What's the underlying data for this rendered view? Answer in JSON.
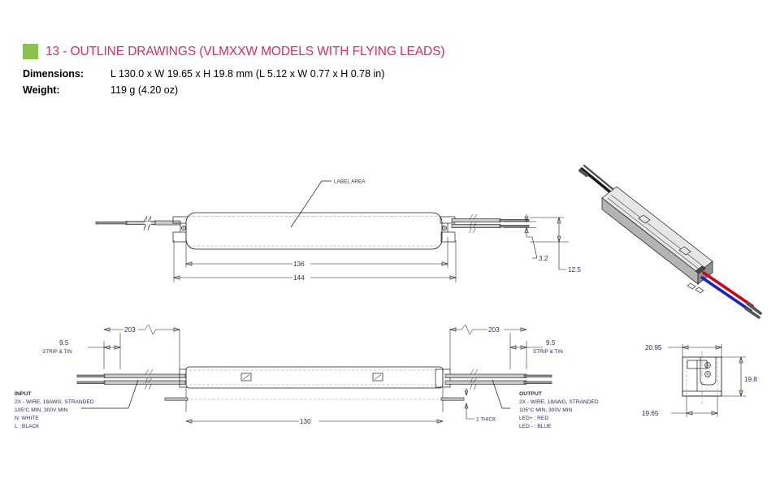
{
  "header": {
    "bullet_color": "#8cc152",
    "title_color": "#d1305f",
    "section_title": "13 - OUTLINE DRAWINGS (VLMXXW MODELS WITH FLYING LEADS)",
    "specs": [
      {
        "label": "Dimensions:",
        "value": "L 130.0 x W 19.65 x H 19.8 mm (L 5.12 x W 0.77 x H 0.78 in)"
      },
      {
        "label": "Weight:",
        "value": "119 g (4.20 oz)"
      }
    ]
  },
  "top_view": {
    "label_callout": "LABEL AREA",
    "dim_136": "136",
    "dim_144": "144",
    "dim_3_2": "3.2",
    "dim_12_5": "12.5"
  },
  "bottom_view": {
    "dim_left_203": "203",
    "dim_right_203": "203",
    "strip_left_value": "9.5",
    "strip_left_label": "STRIP & TIN",
    "strip_right_value": "9.5",
    "strip_right_label": "STRIP & TIN",
    "dim_130": "130",
    "thickness_note": "1 THICK"
  },
  "input_note": {
    "title": "INPUT",
    "lines": [
      "2X - WIRE, 18AWG,  STRANDED",
      "105°C MIN, 300V MIN",
      "N: WHITE",
      "L : BLACK"
    ]
  },
  "output_note": {
    "title": "OUTPUT",
    "lines": [
      "2X - WIRE, 18AWG,  STRANDED",
      "105°C MIN, 300V MIN",
      "LED+ : RED",
      "LED - : BLUE"
    ]
  },
  "end_view": {
    "dim_20_95": "20.95",
    "dim_19_8": "19.8",
    "dim_19_65": "19.65"
  },
  "iso_view": {
    "input_wire_color": "#1a1a1a",
    "output_positive_color": "#d0021b",
    "output_negative_color": "#2020c0",
    "body_top_color": "#e6e6e6",
    "body_side_color": "#b4b4b4"
  }
}
